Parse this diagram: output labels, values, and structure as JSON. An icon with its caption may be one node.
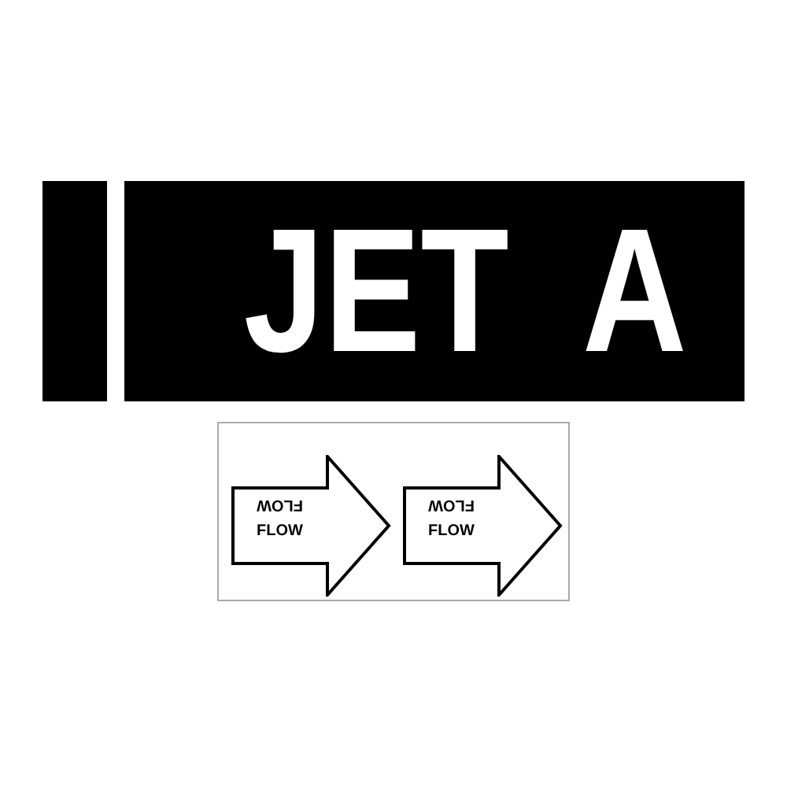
{
  "diagram": {
    "nodes": [
      {
        "text": [
          "JET A"
        ]
      },
      {
        "text": [
          "FLOW",
          "FLOW"
        ]
      },
      {
        "text": [
          "FLOW",
          "FLOW"
        ]
      }
    ]
  }
}
